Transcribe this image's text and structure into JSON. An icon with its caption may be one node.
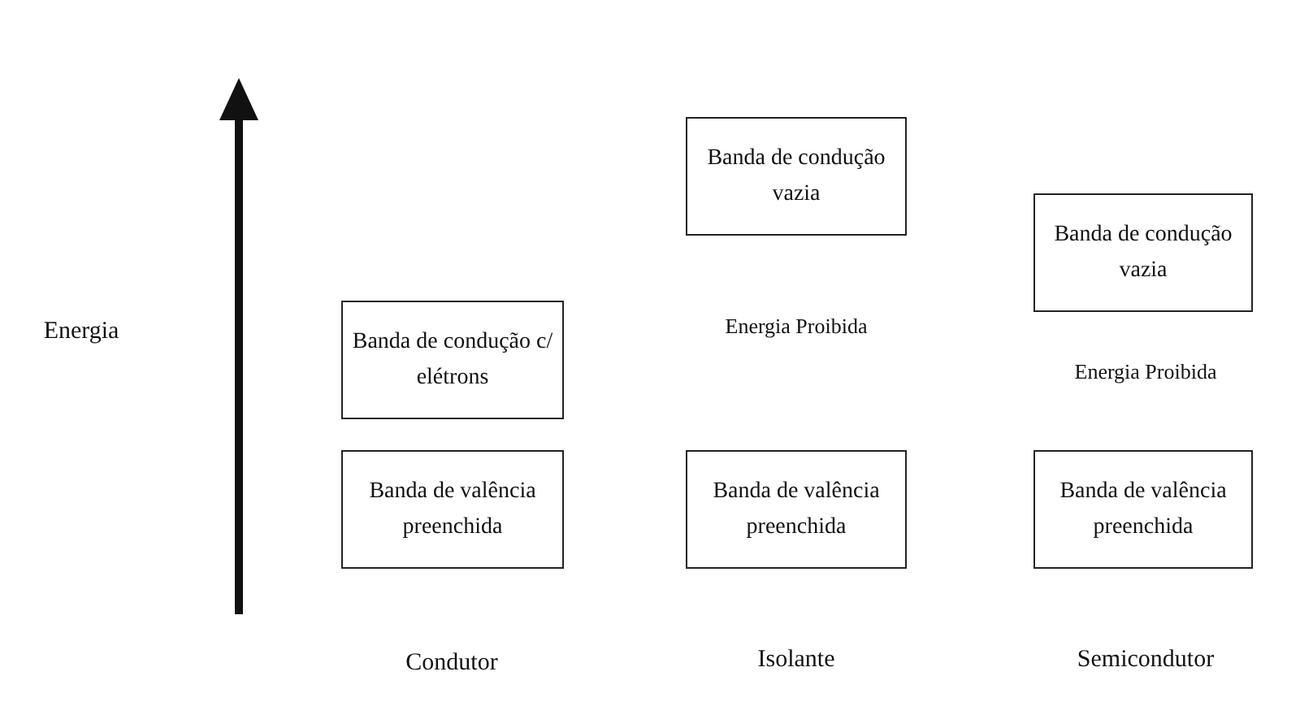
{
  "diagram": {
    "nodes": [
      {
        "text": [
          "Banda de condução c/ elétrons"
        ]
      },
      {
        "text": [
          "Banda de valência preenchida"
        ]
      },
      {
        "text": [
          "Banda de condução vazia"
        ]
      },
      {
        "text": [
          "Banda de valência preenchida"
        ]
      },
      {
        "text": [
          "Banda de condução vazia"
        ]
      },
      {
        "text": [
          "Banda de valência preenchida"
        ]
      }
    ],
    "edges": [],
    "labels": [
      "Energia",
      "Energia Proibida",
      "Energia Proibida",
      "Condutor",
      "Isolante",
      "Semicondutor"
    ]
  }
}
